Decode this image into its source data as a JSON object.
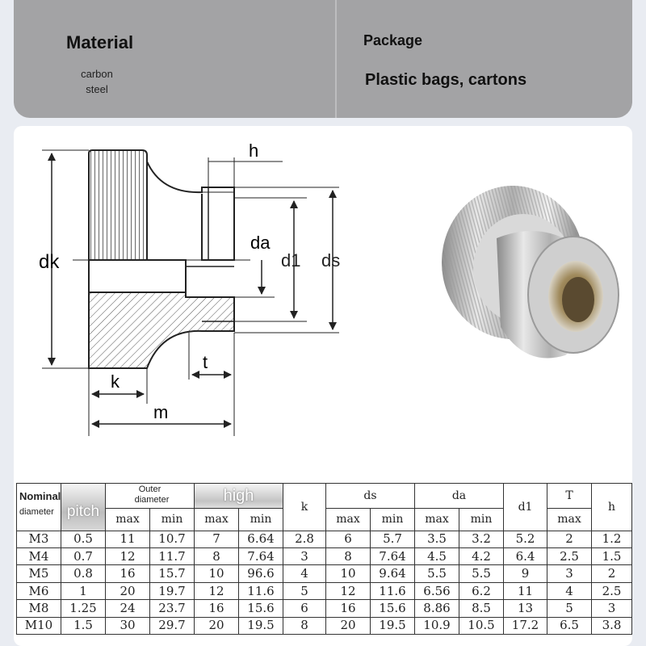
{
  "material": {
    "title": "Material",
    "value_line1": "carbon",
    "value_line2": "steel"
  },
  "package": {
    "title": "Package",
    "value": "Plastic bags, cartons"
  },
  "drawing": {
    "labels": {
      "h": "h",
      "dk": "dk",
      "da": "da",
      "d1": "d1",
      "ds": "ds",
      "t": "t",
      "k": "k",
      "m": "m"
    }
  },
  "table": {
    "header": {
      "nominal_line1": "Nominal",
      "nominal_line2": "diameter",
      "pitch": "pitch",
      "outer_line1": "Outer",
      "outer_line2": "diameter",
      "high": "high",
      "k": "k",
      "ds": "ds",
      "da": "da",
      "d1": "d1",
      "T": "T",
      "h": "h",
      "max": "max",
      "min": "min"
    },
    "rows": [
      [
        "M3",
        "0.5",
        "11",
        "10.7",
        "7",
        "6.64",
        "2.8",
        "6",
        "5.7",
        "3.5",
        "3.2",
        "5.2",
        "2",
        "1.2"
      ],
      [
        "M4",
        "0.7",
        "12",
        "11.7",
        "8",
        "7.64",
        "3",
        "8",
        "7.64",
        "4.5",
        "4.2",
        "6.4",
        "2.5",
        "1.5"
      ],
      [
        "M5",
        "0.8",
        "16",
        "15.7",
        "10",
        "96.6",
        "4",
        "10",
        "9.64",
        "5.5",
        "5.5",
        "9",
        "3",
        "2"
      ],
      [
        "M6",
        "1",
        "20",
        "19.7",
        "12",
        "11.6",
        "5",
        "12",
        "11.6",
        "6.56",
        "6.2",
        "11",
        "4",
        "2.5"
      ],
      [
        "M8",
        "1.25",
        "24",
        "23.7",
        "16",
        "15.6",
        "6",
        "16",
        "15.6",
        "8.86",
        "8.5",
        "13",
        "5",
        "3"
      ],
      [
        "M10",
        "1.5",
        "30",
        "29.7",
        "20",
        "19.5",
        "8",
        "20",
        "19.5",
        "10.9",
        "10.5",
        "17.2",
        "6.5",
        "3.8"
      ]
    ]
  }
}
